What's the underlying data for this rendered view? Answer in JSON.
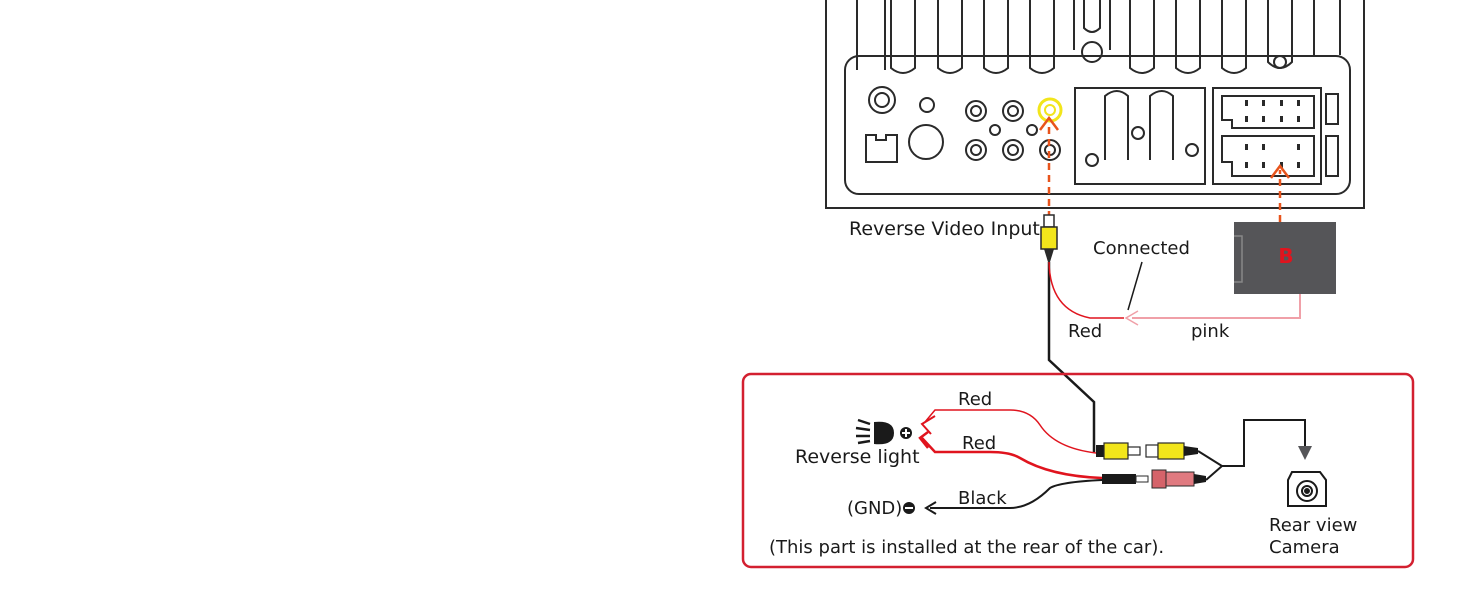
{
  "labels": {
    "reverse_video_input": "Reverse Video Input",
    "connected": "Connected",
    "red_top": "Red",
    "pink": "pink",
    "red_upper": "Red",
    "red_lower": "Red",
    "black": "Black",
    "reverse_light": "Reverse light",
    "gnd": "(GND)",
    "rear_view_line1": "Rear view",
    "rear_view_line2": "Camera",
    "note": "(This part is installed at the rear of the car).",
    "box_badge": "B"
  },
  "colors": {
    "red_wire": "#e0141e",
    "pink_wire": "#f0a0a8",
    "rca_yellow": "#f2e51b",
    "frame_red": "#d32030",
    "box_gray": "#555558",
    "dashed_orange": "#e8541c"
  },
  "icons": {
    "reverse_light": "lamp-icon",
    "camera": "camera-icon",
    "plus": "plus-circle-icon",
    "minus": "minus-circle-icon"
  }
}
